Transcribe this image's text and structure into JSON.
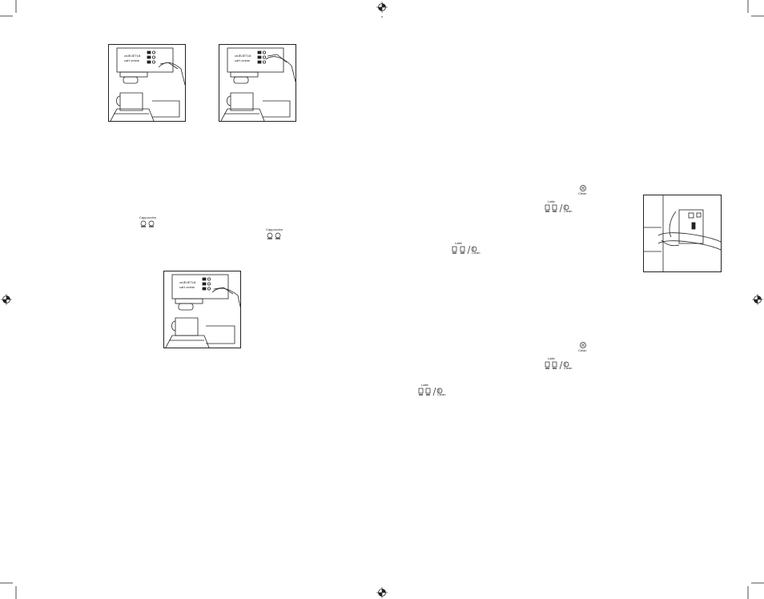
{
  "page": {
    "background": "#ffffff",
    "line_color": "#222222"
  },
  "illustrations": {
    "machine_panel": {
      "brand_line1": "ceÆ/ÆT‡å",
      "brand_line2": "caH cmbtn"
    }
  },
  "control_labels": {
    "cappuccino_latte": "Cappuccino",
    "latte": "Latte",
    "clean": "Clean"
  },
  "icons": [
    "registration-mark-icon",
    "crop-mark-icon",
    "cup-button-icon",
    "clean-button-icon",
    "cappuccino-latte-buttons-icon"
  ]
}
